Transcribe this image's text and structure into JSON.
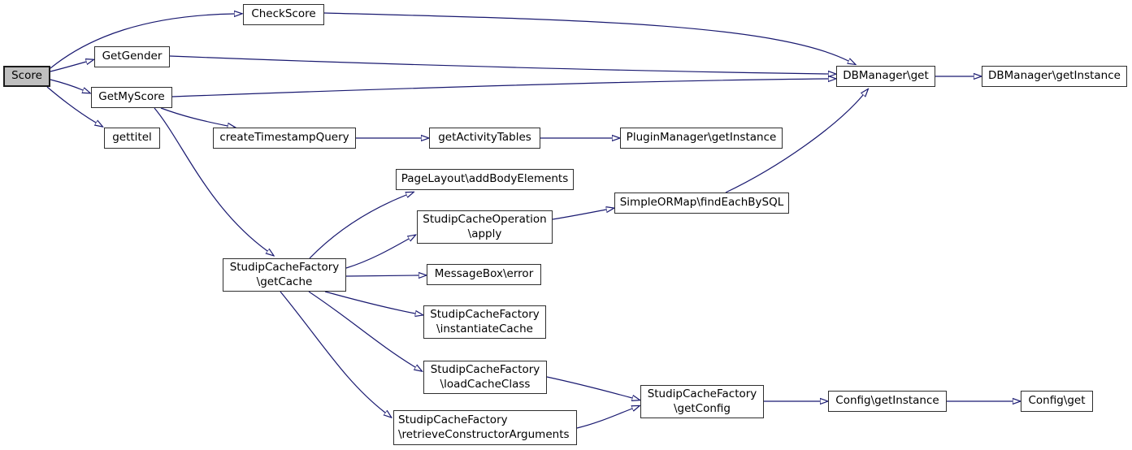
{
  "diagram": {
    "type": "call-graph",
    "colors": {
      "edge": "#191970",
      "node_border": "#2e2e2e",
      "node_fill": "#ffffff",
      "highlight_fill": "#bfbfbf",
      "text": "#000000",
      "background": "#ffffff"
    },
    "nodes": [
      {
        "id": "score",
        "label": "Score",
        "highlighted": true
      },
      {
        "id": "check-score",
        "label": "CheckScore"
      },
      {
        "id": "get-gender",
        "label": "GetGender"
      },
      {
        "id": "get-my-score",
        "label": "GetMyScore"
      },
      {
        "id": "gettitel",
        "label": "gettitel"
      },
      {
        "id": "create-timestamp-query",
        "label": "createTimestampQuery"
      },
      {
        "id": "get-activity-tables",
        "label": "getActivityTables"
      },
      {
        "id": "plugin-manager-get-instance",
        "label": "PluginManager\\getInstance"
      },
      {
        "id": "dbmanager-get",
        "label": "DBManager\\get"
      },
      {
        "id": "dbmanager-get-instance",
        "label": "DBManager\\getInstance"
      },
      {
        "id": "page-layout-add-body-elements",
        "label": "PageLayout\\addBodyElements"
      },
      {
        "id": "studip-cache-operation-apply",
        "label": "StudipCacheOperation\n\\apply"
      },
      {
        "id": "simple-ormap-find-each-by-sql",
        "label": "SimpleORMap\\findEachBySQL"
      },
      {
        "id": "message-box-error",
        "label": "MessageBox\\error"
      },
      {
        "id": "studip-cache-factory-get-cache",
        "label": "StudipCacheFactory\n\\getCache"
      },
      {
        "id": "studip-cache-factory-instantiate-cache",
        "label": "StudipCacheFactory\n\\instantiateCache"
      },
      {
        "id": "studip-cache-factory-load-cache-class",
        "label": "StudipCacheFactory\n\\loadCacheClass"
      },
      {
        "id": "studip-cache-factory-retrieve-constructor-arguments",
        "label": "StudipCacheFactory\n\\retrieveConstructorArguments"
      },
      {
        "id": "studip-cache-factory-get-config",
        "label": "StudipCacheFactory\n\\getConfig"
      },
      {
        "id": "config-get-instance",
        "label": "Config\\getInstance"
      },
      {
        "id": "config-get",
        "label": "Config\\get"
      }
    ],
    "edges": [
      {
        "from": "Score",
        "to": "CheckScore"
      },
      {
        "from": "Score",
        "to": "GetGender"
      },
      {
        "from": "Score",
        "to": "GetMyScore"
      },
      {
        "from": "Score",
        "to": "gettitel"
      },
      {
        "from": "CheckScore",
        "to": "DBManager\\get"
      },
      {
        "from": "GetGender",
        "to": "DBManager\\get"
      },
      {
        "from": "GetMyScore",
        "to": "DBManager\\get"
      },
      {
        "from": "GetMyScore",
        "to": "createTimestampQuery"
      },
      {
        "from": "GetMyScore",
        "to": "StudipCacheFactory\\getCache"
      },
      {
        "from": "createTimestampQuery",
        "to": "getActivityTables"
      },
      {
        "from": "getActivityTables",
        "to": "PluginManager\\getInstance"
      },
      {
        "from": "DBManager\\get",
        "to": "DBManager\\getInstance"
      },
      {
        "from": "StudipCacheFactory\\getCache",
        "to": "PageLayout\\addBodyElements"
      },
      {
        "from": "StudipCacheFactory\\getCache",
        "to": "StudipCacheOperation\\apply"
      },
      {
        "from": "StudipCacheFactory\\getCache",
        "to": "MessageBox\\error"
      },
      {
        "from": "StudipCacheFactory\\getCache",
        "to": "StudipCacheFactory\\instantiateCache"
      },
      {
        "from": "StudipCacheFactory\\getCache",
        "to": "StudipCacheFactory\\loadCacheClass"
      },
      {
        "from": "StudipCacheFactory\\getCache",
        "to": "StudipCacheFactory\\retrieveConstructorArguments"
      },
      {
        "from": "StudipCacheOperation\\apply",
        "to": "SimpleORMap\\findEachBySQL"
      },
      {
        "from": "SimpleORMap\\findEachBySQL",
        "to": "DBManager\\get"
      },
      {
        "from": "StudipCacheFactory\\loadCacheClass",
        "to": "StudipCacheFactory\\getConfig"
      },
      {
        "from": "StudipCacheFactory\\retrieveConstructorArguments",
        "to": "StudipCacheFactory\\getConfig"
      },
      {
        "from": "StudipCacheFactory\\getConfig",
        "to": "Config\\getInstance"
      },
      {
        "from": "Config\\getInstance",
        "to": "Config\\get"
      }
    ]
  }
}
